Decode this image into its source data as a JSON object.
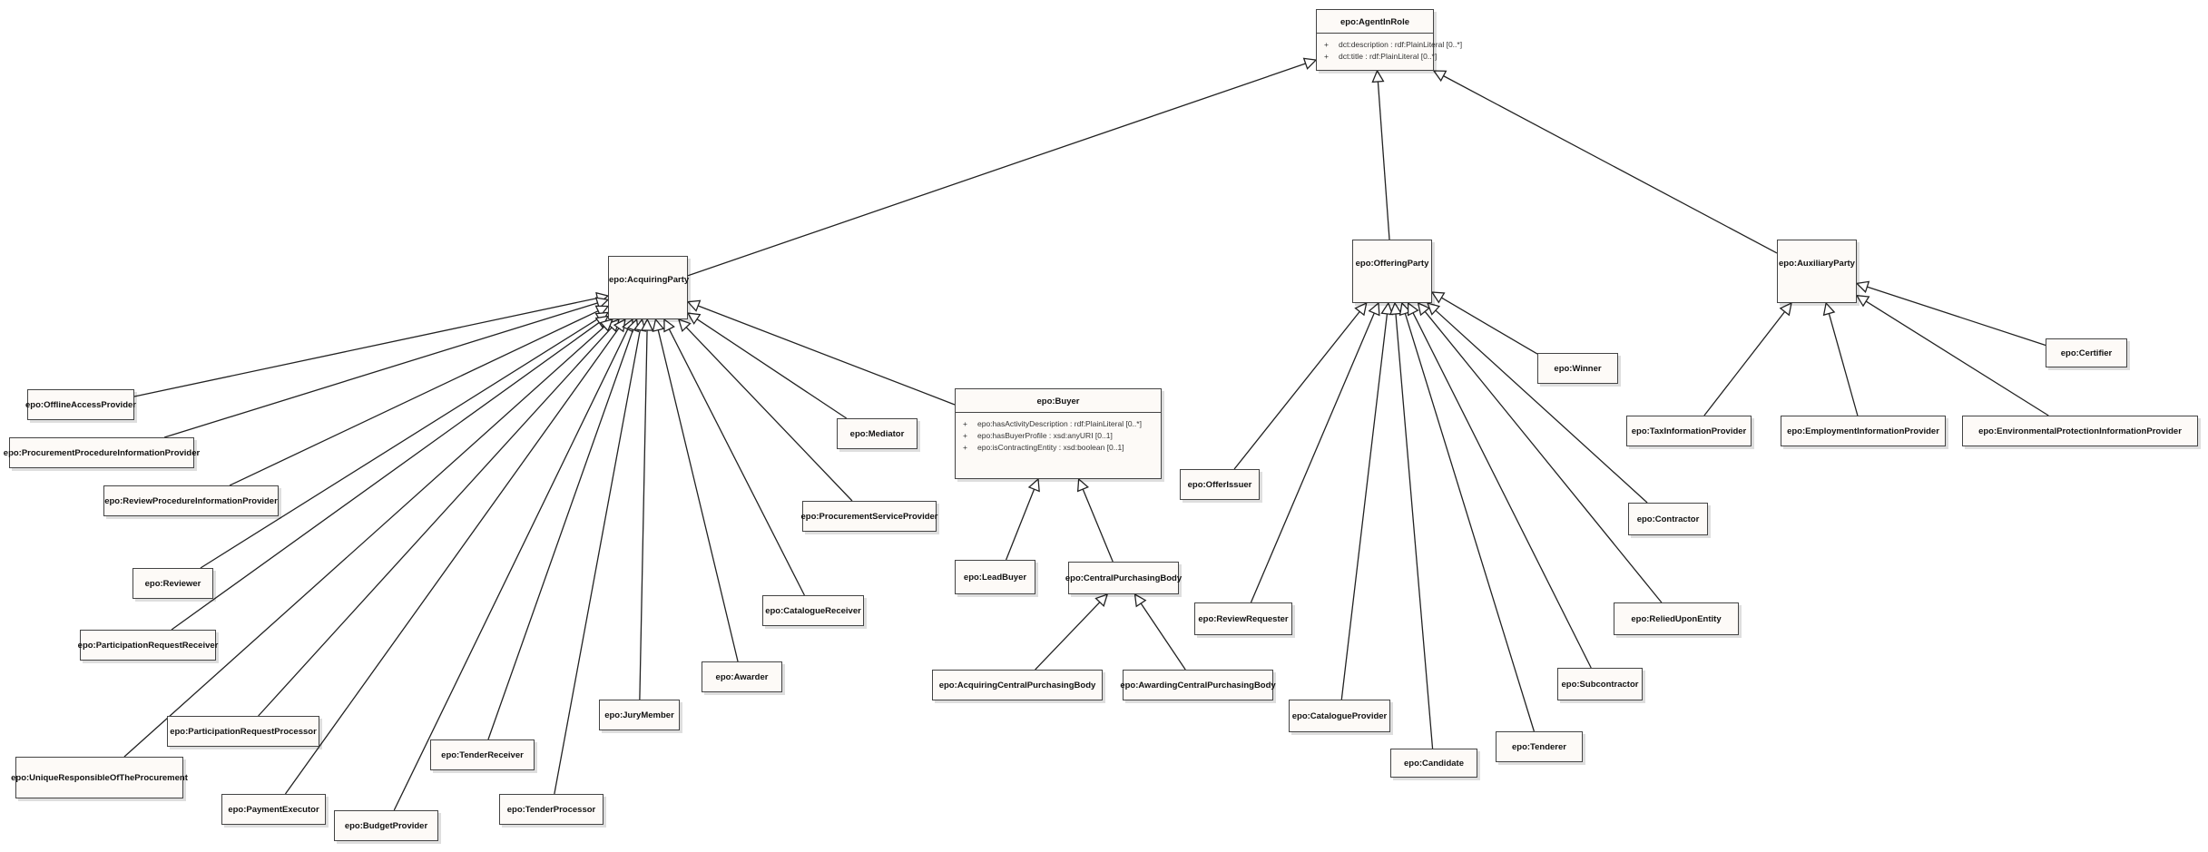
{
  "classes": {
    "agent_in_role": {
      "name": "epo:AgentInRole",
      "attributes": [
        {
          "vis": "+",
          "text": "dct:description : rdf:PlainLiteral [0..*]"
        },
        {
          "vis": "+",
          "text": "dct:title : rdf:PlainLiteral [0..*]"
        }
      ]
    },
    "acquiring_party": {
      "name": "epo:AcquiringParty"
    },
    "offering_party": {
      "name": "epo:OfferingParty"
    },
    "auxiliary_party": {
      "name": "epo:AuxiliaryParty"
    },
    "buyer": {
      "name": "epo:Buyer",
      "attributes": [
        {
          "vis": "+",
          "text": "epo:hasActivityDescription : rdf:PlainLiteral [0..*]"
        },
        {
          "vis": "+",
          "text": "epo:hasBuyerProfile : xsd:anyURI [0..1]"
        },
        {
          "vis": "+",
          "text": "epo:isContractingEntity : xsd:boolean [0..1]"
        }
      ]
    },
    "offline_access_provider": {
      "name": "epo:OfflineAccessProvider"
    },
    "procurement_procedure_information_provider": {
      "name": "epo:ProcurementProcedureInformationProvider"
    },
    "review_procedure_information_provider": {
      "name": "epo:ReviewProcedureInformationProvider"
    },
    "reviewer": {
      "name": "epo:Reviewer"
    },
    "participation_request_receiver": {
      "name": "epo:ParticipationRequestReceiver"
    },
    "participation_request_processor": {
      "name": "epo:ParticipationRequestProcessor"
    },
    "unique_responsible_of_the_procurement": {
      "name": "epo:UniqueResponsibleOfTheProcurement"
    },
    "payment_executor": {
      "name": "epo:PaymentExecutor"
    },
    "budget_provider": {
      "name": "epo:BudgetProvider"
    },
    "tender_receiver": {
      "name": "epo:TenderReceiver"
    },
    "tender_processor": {
      "name": "epo:TenderProcessor"
    },
    "jury_member": {
      "name": "epo:JuryMember"
    },
    "awarder": {
      "name": "epo:Awarder"
    },
    "catalogue_receiver": {
      "name": "epo:CatalogueReceiver"
    },
    "procurement_service_provider": {
      "name": "epo:ProcurementServiceProvider"
    },
    "mediator": {
      "name": "epo:Mediator"
    },
    "lead_buyer": {
      "name": "epo:LeadBuyer"
    },
    "central_purchasing_body": {
      "name": "epo:CentralPurchasingBody"
    },
    "acquiring_central_purchasing_body": {
      "name": "epo:AcquiringCentralPurchasingBody"
    },
    "awarding_central_purchasing_body": {
      "name": "epo:AwardingCentralPurchasingBody"
    },
    "offer_issuer": {
      "name": "epo:OfferIssuer"
    },
    "review_requester": {
      "name": "epo:ReviewRequester"
    },
    "catalogue_provider": {
      "name": "epo:CatalogueProvider"
    },
    "candidate": {
      "name": "epo:Candidate"
    },
    "tenderer": {
      "name": "epo:Tenderer"
    },
    "subcontractor": {
      "name": "epo:Subcontractor"
    },
    "relied_upon_entity": {
      "name": "epo:ReliedUponEntity"
    },
    "contractor": {
      "name": "epo:Contractor"
    },
    "winner": {
      "name": "epo:Winner"
    },
    "tax_information_provider": {
      "name": "epo:TaxInformationProvider"
    },
    "employment_information_provider": {
      "name": "epo:EmploymentInformationProvider"
    },
    "environmental_protection_information_provider": {
      "name": "epo:EnvironmentalProtectionInformationProvider"
    },
    "certifier": {
      "name": "epo:Certifier"
    }
  },
  "generalizations": [
    {
      "child": "acquiring_party",
      "parent": "agent_in_role"
    },
    {
      "child": "offering_party",
      "parent": "agent_in_role"
    },
    {
      "child": "auxiliary_party",
      "parent": "agent_in_role"
    },
    {
      "child": "offline_access_provider",
      "parent": "acquiring_party"
    },
    {
      "child": "procurement_procedure_information_provider",
      "parent": "acquiring_party"
    },
    {
      "child": "review_procedure_information_provider",
      "parent": "acquiring_party"
    },
    {
      "child": "reviewer",
      "parent": "acquiring_party"
    },
    {
      "child": "participation_request_receiver",
      "parent": "acquiring_party"
    },
    {
      "child": "participation_request_processor",
      "parent": "acquiring_party"
    },
    {
      "child": "unique_responsible_of_the_procurement",
      "parent": "acquiring_party"
    },
    {
      "child": "payment_executor",
      "parent": "acquiring_party"
    },
    {
      "child": "budget_provider",
      "parent": "acquiring_party"
    },
    {
      "child": "tender_receiver",
      "parent": "acquiring_party"
    },
    {
      "child": "tender_processor",
      "parent": "acquiring_party"
    },
    {
      "child": "jury_member",
      "parent": "acquiring_party"
    },
    {
      "child": "awarder",
      "parent": "acquiring_party"
    },
    {
      "child": "catalogue_receiver",
      "parent": "acquiring_party"
    },
    {
      "child": "procurement_service_provider",
      "parent": "acquiring_party"
    },
    {
      "child": "mediator",
      "parent": "acquiring_party"
    },
    {
      "child": "buyer",
      "parent": "acquiring_party"
    },
    {
      "child": "lead_buyer",
      "parent": "buyer"
    },
    {
      "child": "central_purchasing_body",
      "parent": "buyer"
    },
    {
      "child": "acquiring_central_purchasing_body",
      "parent": "central_purchasing_body"
    },
    {
      "child": "awarding_central_purchasing_body",
      "parent": "central_purchasing_body"
    },
    {
      "child": "offer_issuer",
      "parent": "offering_party"
    },
    {
      "child": "review_requester",
      "parent": "offering_party"
    },
    {
      "child": "catalogue_provider",
      "parent": "offering_party"
    },
    {
      "child": "candidate",
      "parent": "offering_party"
    },
    {
      "child": "tenderer",
      "parent": "offering_party"
    },
    {
      "child": "subcontractor",
      "parent": "offering_party"
    },
    {
      "child": "relied_upon_entity",
      "parent": "offering_party"
    },
    {
      "child": "contractor",
      "parent": "offering_party"
    },
    {
      "child": "winner",
      "parent": "offering_party"
    },
    {
      "child": "tax_information_provider",
      "parent": "auxiliary_party"
    },
    {
      "child": "employment_information_provider",
      "parent": "auxiliary_party"
    },
    {
      "child": "environmental_protection_information_provider",
      "parent": "auxiliary_party"
    },
    {
      "child": "certifier",
      "parent": "auxiliary_party"
    }
  ]
}
